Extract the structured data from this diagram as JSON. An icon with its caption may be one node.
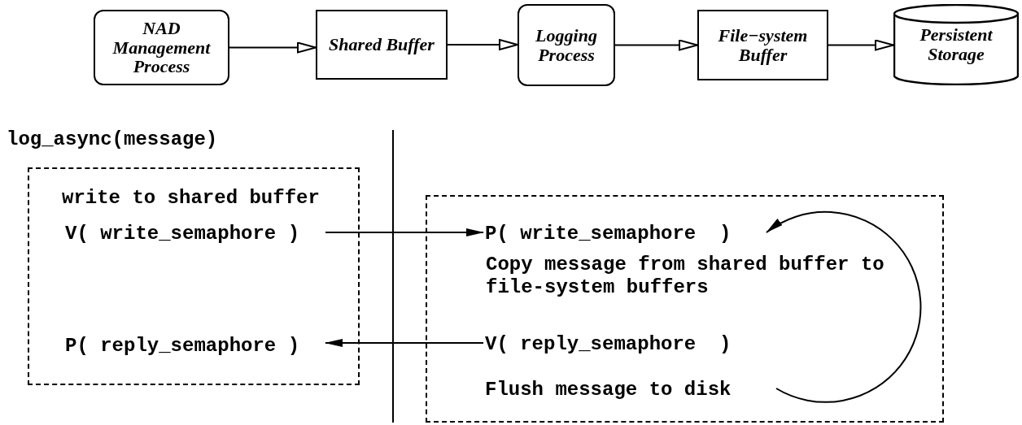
{
  "diagram": {
    "nodes": [
      {
        "text": [
          "NAD Management Process"
        ]
      },
      {
        "text": [
          "Shared Buffer"
        ]
      },
      {
        "text": [
          "Logging Process"
        ]
      },
      {
        "text": [
          "File−system Buffer"
        ]
      },
      {
        "text": [
          "Persistent Storage"
        ]
      },
      {
        "text": [
          "write to shared buffer"
        ]
      },
      {
        "text": [
          "V( write_semaphore )"
        ],
        "in": 5
      },
      {
        "text": [
          "P( reply_semaphore )"
        ],
        "in": 5
      },
      {
        "text": [
          "Copy message from shared buffer to file-system buffers"
        ]
      },
      {
        "text": [
          "P( write_semaphore  )"
        ],
        "in": 8
      },
      {
        "text": [
          "V( reply_semaphore  )"
        ],
        "in": 8
      },
      {
        "text": [
          "Flush message to disk"
        ],
        "in": 8
      }
    ],
    "edges": [
      {
        "from": 0,
        "to": 1,
        "arrow": "to"
      },
      {
        "from": 1,
        "to": 2,
        "arrow": "to"
      },
      {
        "from": 2,
        "to": 3,
        "arrow": "to"
      },
      {
        "from": 3,
        "to": 4,
        "arrow": "to"
      },
      {
        "from": 6,
        "to": 9,
        "arrow": "to"
      },
      {
        "from": 10,
        "to": 7,
        "arrow": "to"
      },
      {
        "from": 11,
        "to": 9,
        "arrow": "to"
      }
    ],
    "labels": [
      "log_async(message)"
    ]
  }
}
